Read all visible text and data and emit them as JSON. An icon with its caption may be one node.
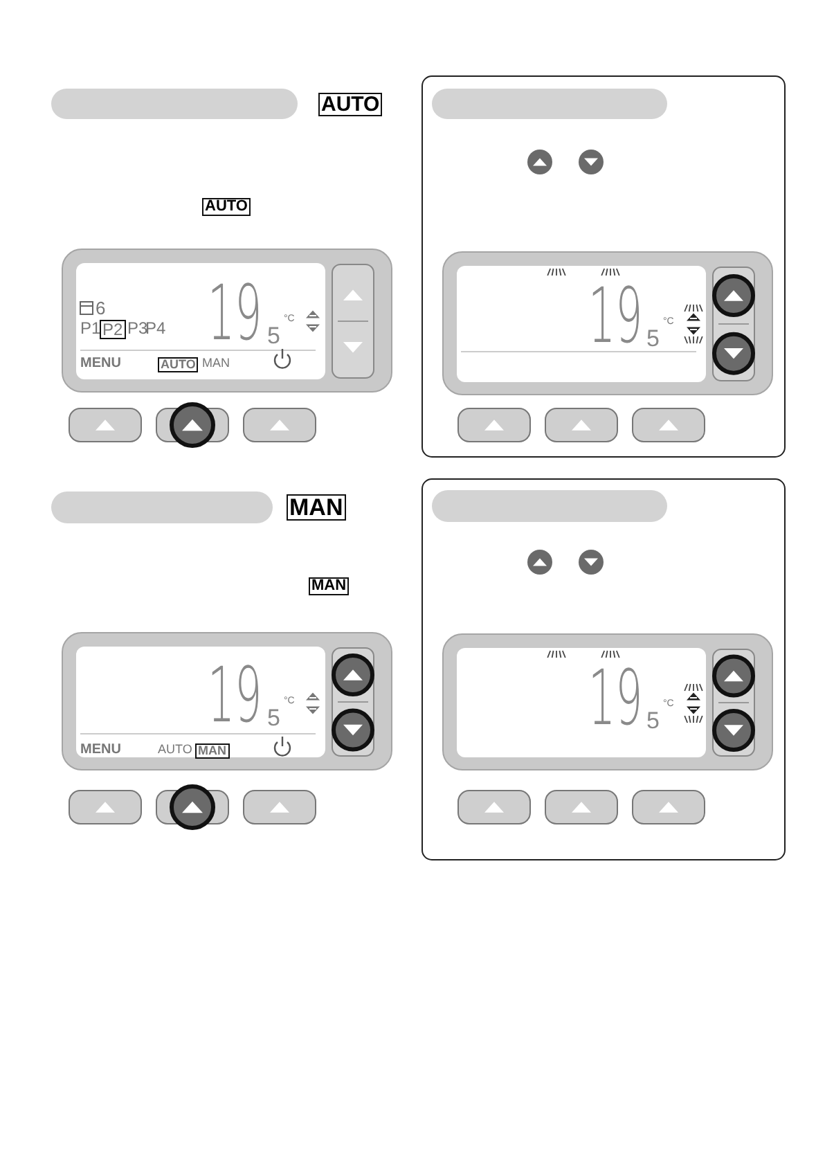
{
  "diagram": {
    "nodes": [
      {
        "text": [],
        "shape": "bar"
      },
      {
        "text": [],
        "shape": "bar"
      },
      {
        "text": [],
        "shape": "bar"
      },
      {
        "text": [],
        "shape": "bar"
      }
    ],
    "labels": [
      "AUTO",
      "AUTO",
      "6",
      "P1",
      "P2",
      "P3",
      "P4",
      "19",
      "5",
      "°C",
      "MENU",
      "AUTO",
      "MAN",
      "19",
      "5",
      "°C",
      "MAN",
      "MAN",
      "19",
      "5",
      "°C",
      "MENU",
      "AUTO",
      "MAN",
      "19",
      "5",
      "°C"
    ]
  }
}
